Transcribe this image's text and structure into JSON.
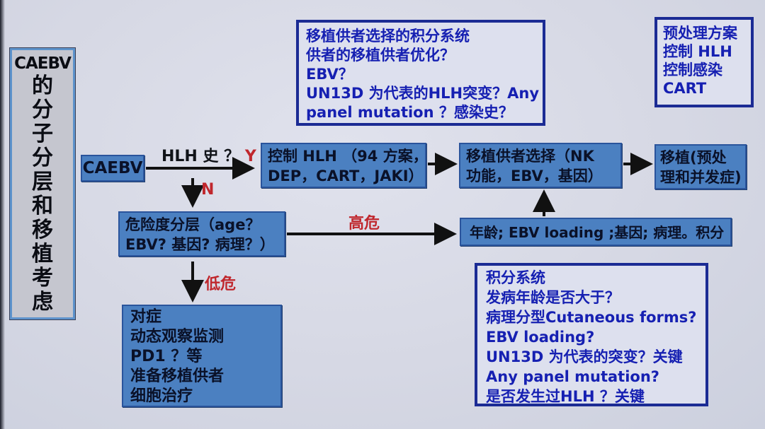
{
  "slide": {
    "title_box": {
      "heading": "CAEBV",
      "vertical_text": "的分子分层和移植考虑"
    },
    "score_top_box": {
      "lines": [
        "移植供者选择的积分系统",
        "供者的移植供者优化？",
        "EBV？",
        "UN13D 为代表的HLH突变？Any",
        "panel mutation ？感染史？"
      ]
    },
    "pretreat_box": {
      "lines": [
        "预处理方案",
        "控制 HLH",
        "控制感染",
        "CART"
      ]
    },
    "nodes": {
      "caebv": {
        "label": "CAEBV"
      },
      "control_hlh": {
        "lines": [
          "控制 HLH （94 方案，",
          "DEP，CART，JAKI）"
        ]
      },
      "donor_select": {
        "lines": [
          "移植供者选择（NK",
          "功能，EBV，基因）"
        ]
      },
      "transplant": {
        "lines": [
          "移植(预处",
          "理和并发症)"
        ]
      },
      "risk_strat": {
        "lines": [
          "危险度分层（age？",
          "EBV? 基因? 病理？）"
        ]
      },
      "age_score": {
        "label": "年龄; EBV loading ;基因; 病理。积分"
      },
      "low_risk_plan": {
        "lines": [
          "对症",
          "动态观察监测",
          "PD1 ？等",
          "准备移植供者",
          "细胞治疗"
        ]
      },
      "score_system_box": {
        "lines": [
          "积分系统",
          "发病年龄是否大于？",
          "病理分型Cutaneous forms?",
          "EBV loading?",
          "UN13D 为代表的突变？关键",
          "Any panel mutation?",
          "是否发生过HLH ？关键"
        ]
      }
    },
    "edge_labels": {
      "hlh_history": "HLH 史 ？",
      "yes": "Y",
      "no": "N",
      "high_risk": "高危",
      "low_risk": "低危"
    },
    "colors": {
      "node_fill": "#4b80c1",
      "node_border": "#2a549c",
      "info_box_bg": "#dde0ee",
      "info_border": "#1b2b94",
      "info_text": "#1620b2",
      "red_label": "#c0272d",
      "arrow": "#111111",
      "background": "#d6d8e4"
    }
  }
}
